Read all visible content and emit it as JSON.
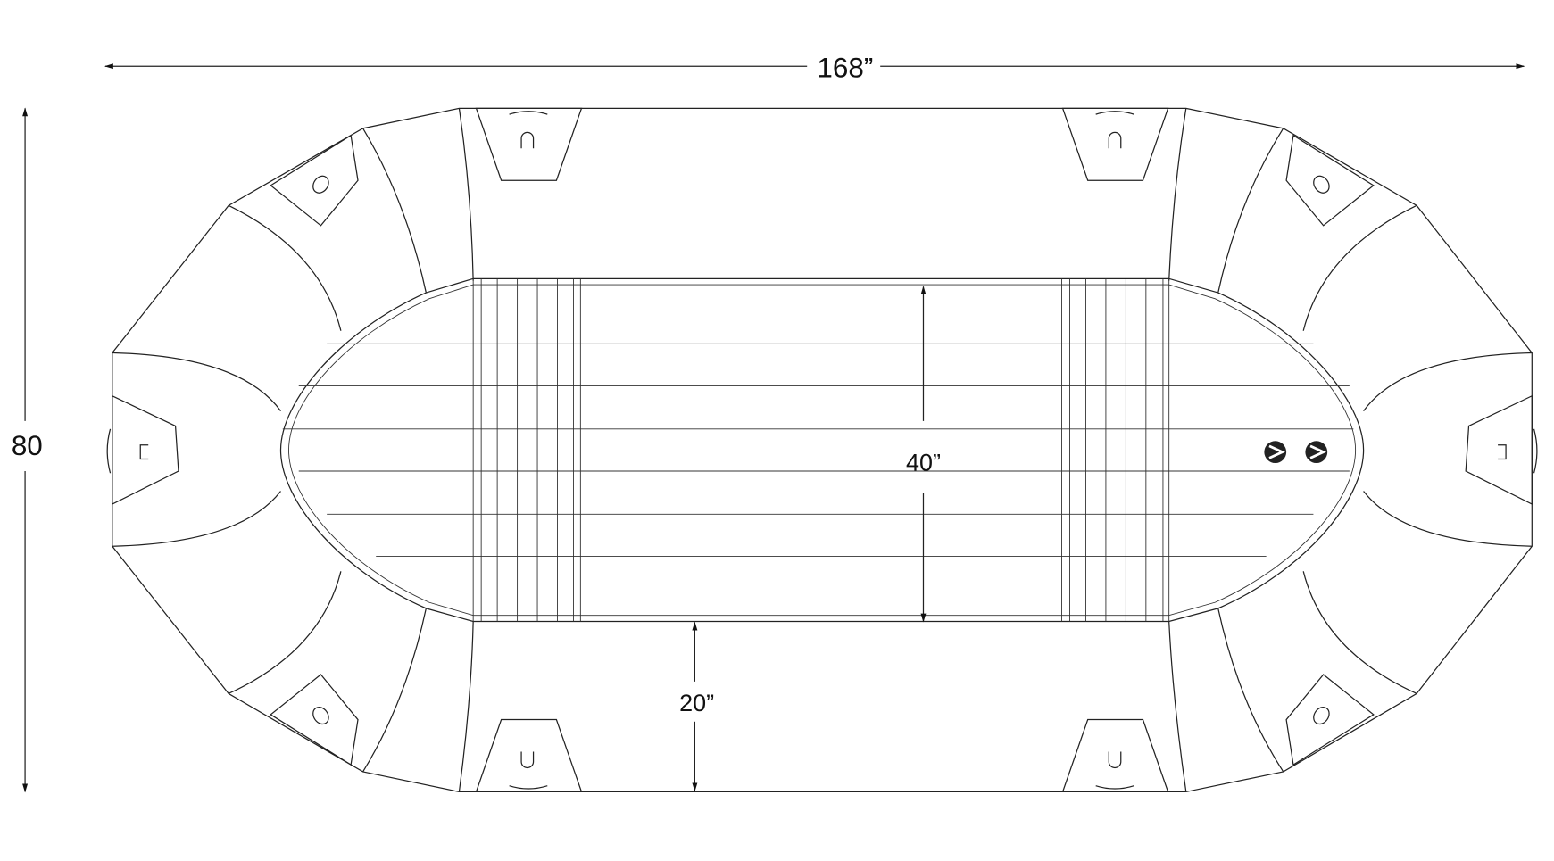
{
  "dimensions": {
    "length": "168”",
    "width": "80",
    "floor_width": "40”",
    "tube_diameter": "20”"
  },
  "colors": {
    "line": "#222222",
    "background": "#ffffff"
  }
}
